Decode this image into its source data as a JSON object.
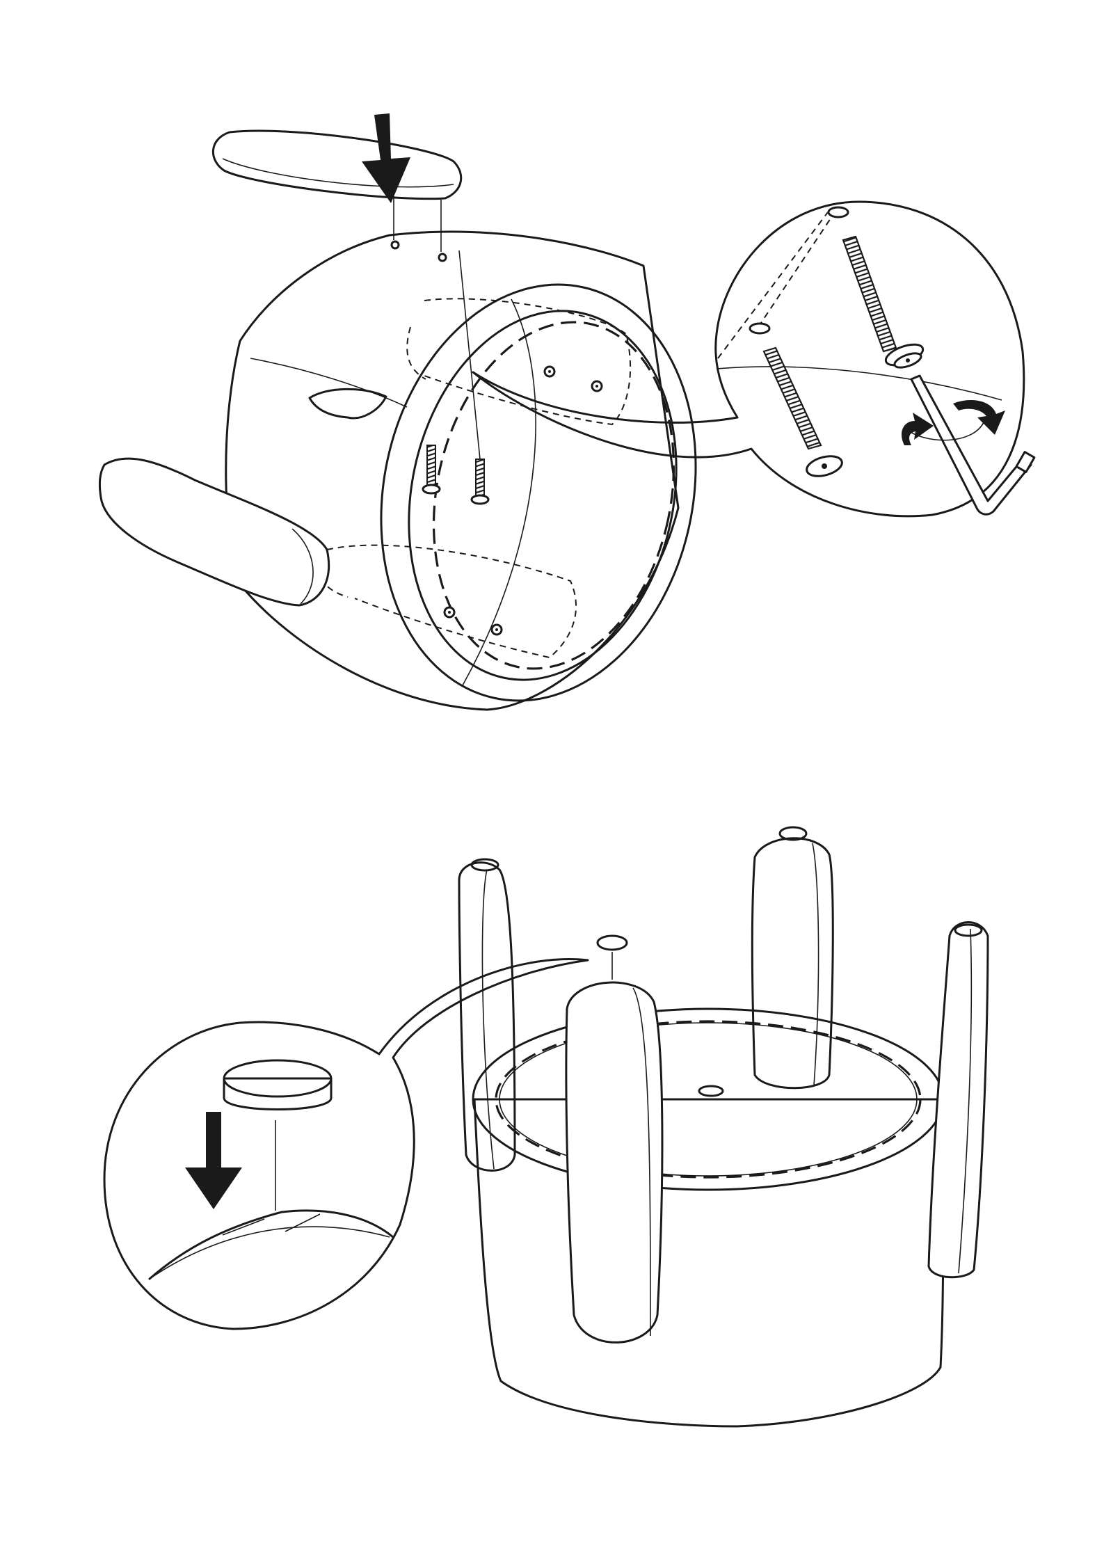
{
  "document": {
    "type": "assembly-instructions",
    "text_visible": false
  },
  "colors": {
    "body": "#c6c6c6",
    "interior": "#e2e2e2",
    "outline": "#1a1a1a",
    "parts": "#ffffff",
    "pads": "#c6c6c6"
  },
  "steps": [
    {
      "id": "attach-armrests",
      "icons": [
        "down-arrow-icon",
        "allen-key-icon",
        "rotate-arrow-icon"
      ],
      "parts": [
        "armrest",
        "armrest",
        "bolt",
        "bolt",
        "washer",
        "washer"
      ]
    },
    {
      "id": "attach-legs-and-pads",
      "icons": [
        "down-arrow-icon"
      ],
      "parts": [
        "leg",
        "leg",
        "leg",
        "leg",
        "floor-pad",
        "floor-pad",
        "floor-pad",
        "floor-pad"
      ]
    }
  ]
}
